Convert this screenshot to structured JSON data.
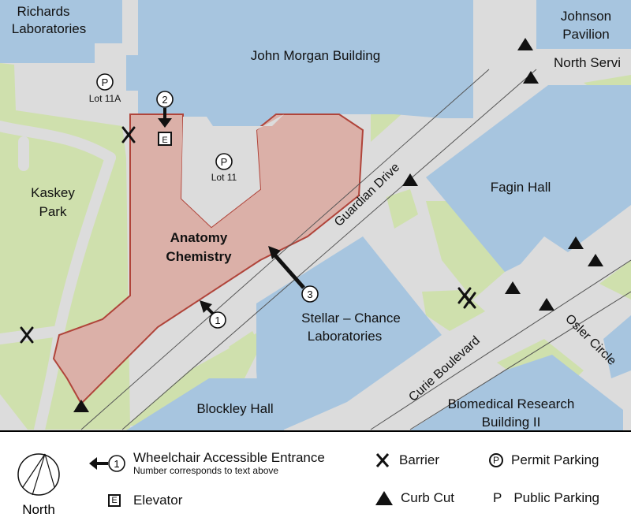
{
  "map": {
    "buildings": {
      "richards": "Richards\nLaboratories",
      "john_morgan": "John Morgan Building",
      "johnson": "Johnson\nPavilion",
      "fagin": "Fagin Hall",
      "anatomy": "Anatomy\nChemistry",
      "stellar": "Stellar – Chance\nLaboratories",
      "blockley": "Blockley Hall",
      "biomedical": "Biomedical Research\nBuilding II"
    },
    "park": "Kaskey\nPark",
    "streets": {
      "guardian": "Guardian Drive",
      "north_service": "North Servi",
      "curie": "Curie Boulevard",
      "osler": "Osler Circle"
    },
    "parking": {
      "lot_11a_symbol": "P",
      "lot_11a": "Lot 11A",
      "lot_11_symbol": "P",
      "lot_11": "Lot 11"
    },
    "elevator_symbol": "E",
    "entrances": [
      "1",
      "2",
      "3"
    ]
  },
  "legend": {
    "north": "North",
    "wheelchair_number": "1",
    "wheelchair": "Wheelchair Accessible Entrance",
    "wheelchair_note": "Number corresponds to text above",
    "elevator_symbol": "E",
    "elevator": "Elevator",
    "barrier": "Barrier",
    "curb_cut": "Curb Cut",
    "permit_symbol": "P",
    "permit": "Permit Parking",
    "public_symbol": "P",
    "public": "Public Parking"
  },
  "colors": {
    "building": "#a7c5df",
    "park": "#cfe0ad",
    "road": "#dcdcdc",
    "highlight": "#dbb0a8",
    "highlight_border": "#b0443a"
  }
}
